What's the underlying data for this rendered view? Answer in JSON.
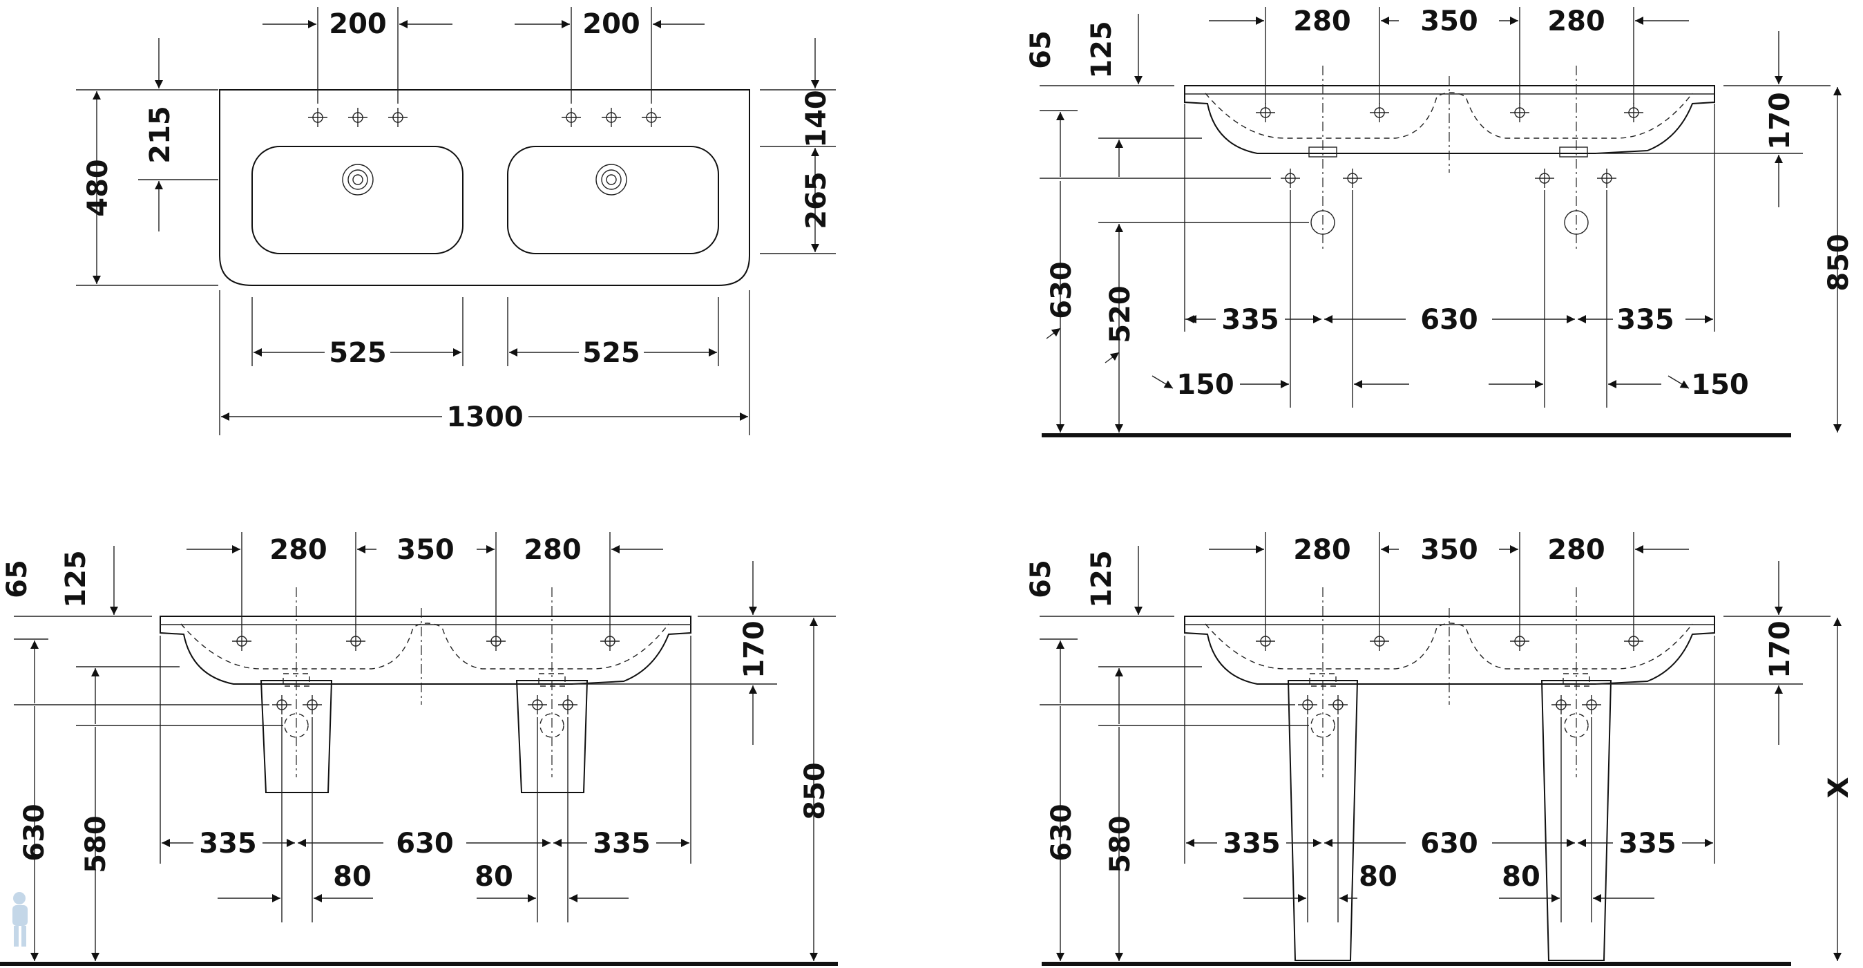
{
  "top_view": {
    "dims": {
      "tap_spacing_left": "200",
      "tap_spacing_right": "200",
      "depth_total": "480",
      "depth_to_holes": "215",
      "front_to_waste": "140",
      "bowl_depth": "265",
      "bowl_width_left": "525",
      "bowl_width_right": "525",
      "total_width": "1300"
    }
  },
  "front_view_basin": {
    "dims": {
      "rim_height": "65",
      "hole_level": "125",
      "tap_left": "280",
      "center": "350",
      "tap_right": "280",
      "basin_depth": "170",
      "mount_height": "850",
      "waste_height": "630",
      "supply_height": "520",
      "edge_left": "335",
      "waste_spacing": "630",
      "edge_right": "335",
      "supply_offset_left": "150",
      "supply_offset_right": "150"
    }
  },
  "front_view_semi_pedestal": {
    "dims": {
      "rim_height": "65",
      "hole_level": "125",
      "tap_left": "280",
      "center": "350",
      "tap_right": "280",
      "basin_depth": "170",
      "mount_height": "850",
      "waste_height": "630",
      "supply_height": "580",
      "edge_left": "335",
      "waste_spacing": "630",
      "edge_right": "335",
      "supply_width_left": "80",
      "supply_width_right": "80"
    }
  },
  "front_view_pedestal": {
    "dims": {
      "rim_height": "65",
      "hole_level": "125",
      "tap_left": "280",
      "center": "350",
      "tap_right": "280",
      "basin_depth": "170",
      "mount_height": "X",
      "waste_height": "630",
      "supply_height": "580",
      "edge_left": "335",
      "waste_spacing": "630",
      "edge_right": "335",
      "supply_width_left": "80",
      "supply_width_right": "80"
    }
  }
}
